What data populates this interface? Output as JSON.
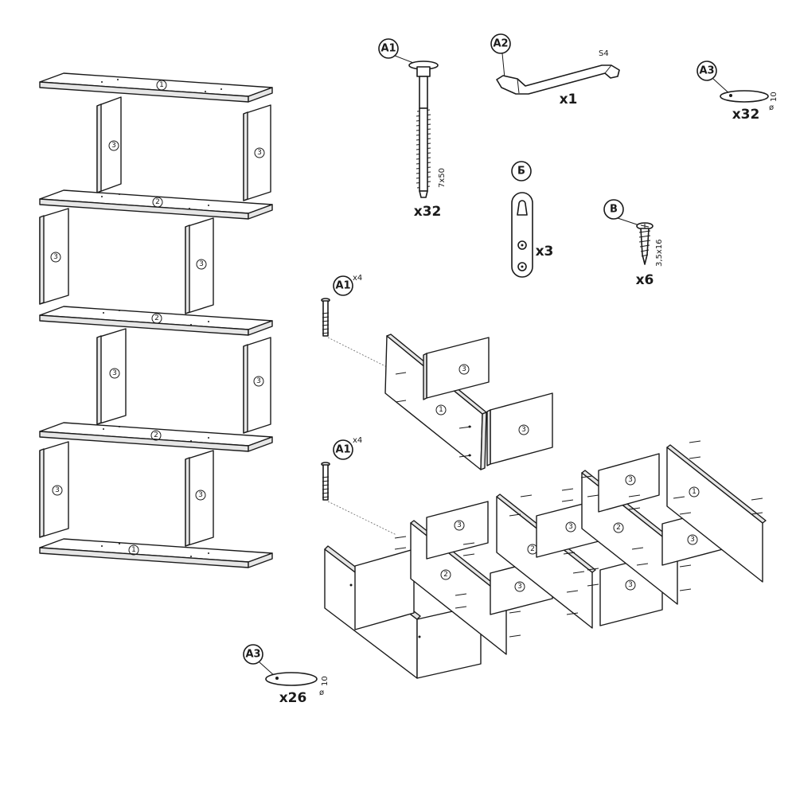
{
  "parts": {
    "a1": {
      "label": "A1",
      "size": "7x50",
      "qty": "x32"
    },
    "a2": {
      "label": "A2",
      "size": "S4",
      "qty": "x1"
    },
    "a3": {
      "label": "A3",
      "size": "10",
      "qty": "x32"
    },
    "b6": {
      "label": "Б",
      "qty": "x3"
    },
    "v": {
      "label": "В",
      "size": "3,5x16",
      "qty": "x6"
    }
  },
  "panels": {
    "p1": "1",
    "p2": "2",
    "p3": "3"
  },
  "steps": {
    "step1": {
      "label": "A1",
      "mult": "x4"
    },
    "step2": {
      "label": "A1",
      "mult": "x4"
    },
    "a3_bottom": {
      "label": "A3",
      "size": "10",
      "qty": "x26"
    }
  },
  "colors": {
    "line": "#1a1a1a",
    "background": "#ffffff"
  }
}
